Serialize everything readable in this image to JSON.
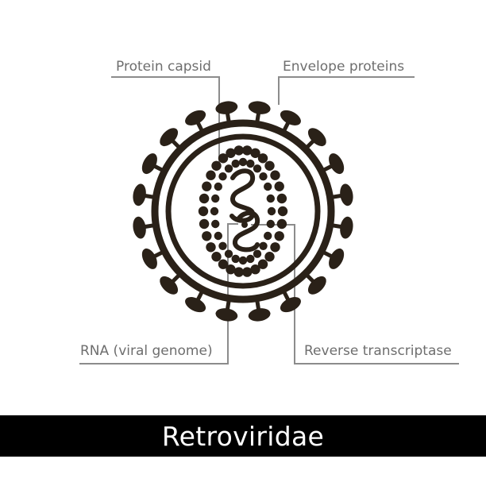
{
  "labels": {
    "protein_capsid": "Protein capsid",
    "envelope_proteins": "Envelope proteins",
    "rna_viral_genome": "RNA (viral genome)",
    "reverse_transcriptase": "Reverse transcriptase"
  },
  "title": "Retroviridae",
  "colors": {
    "ink": "#2a2118",
    "leader_line": "#8c8c8c",
    "label_text": "#6e6e6e",
    "title_bar": "#000000",
    "title_text": "#ffffff",
    "background": "#ffffff"
  }
}
